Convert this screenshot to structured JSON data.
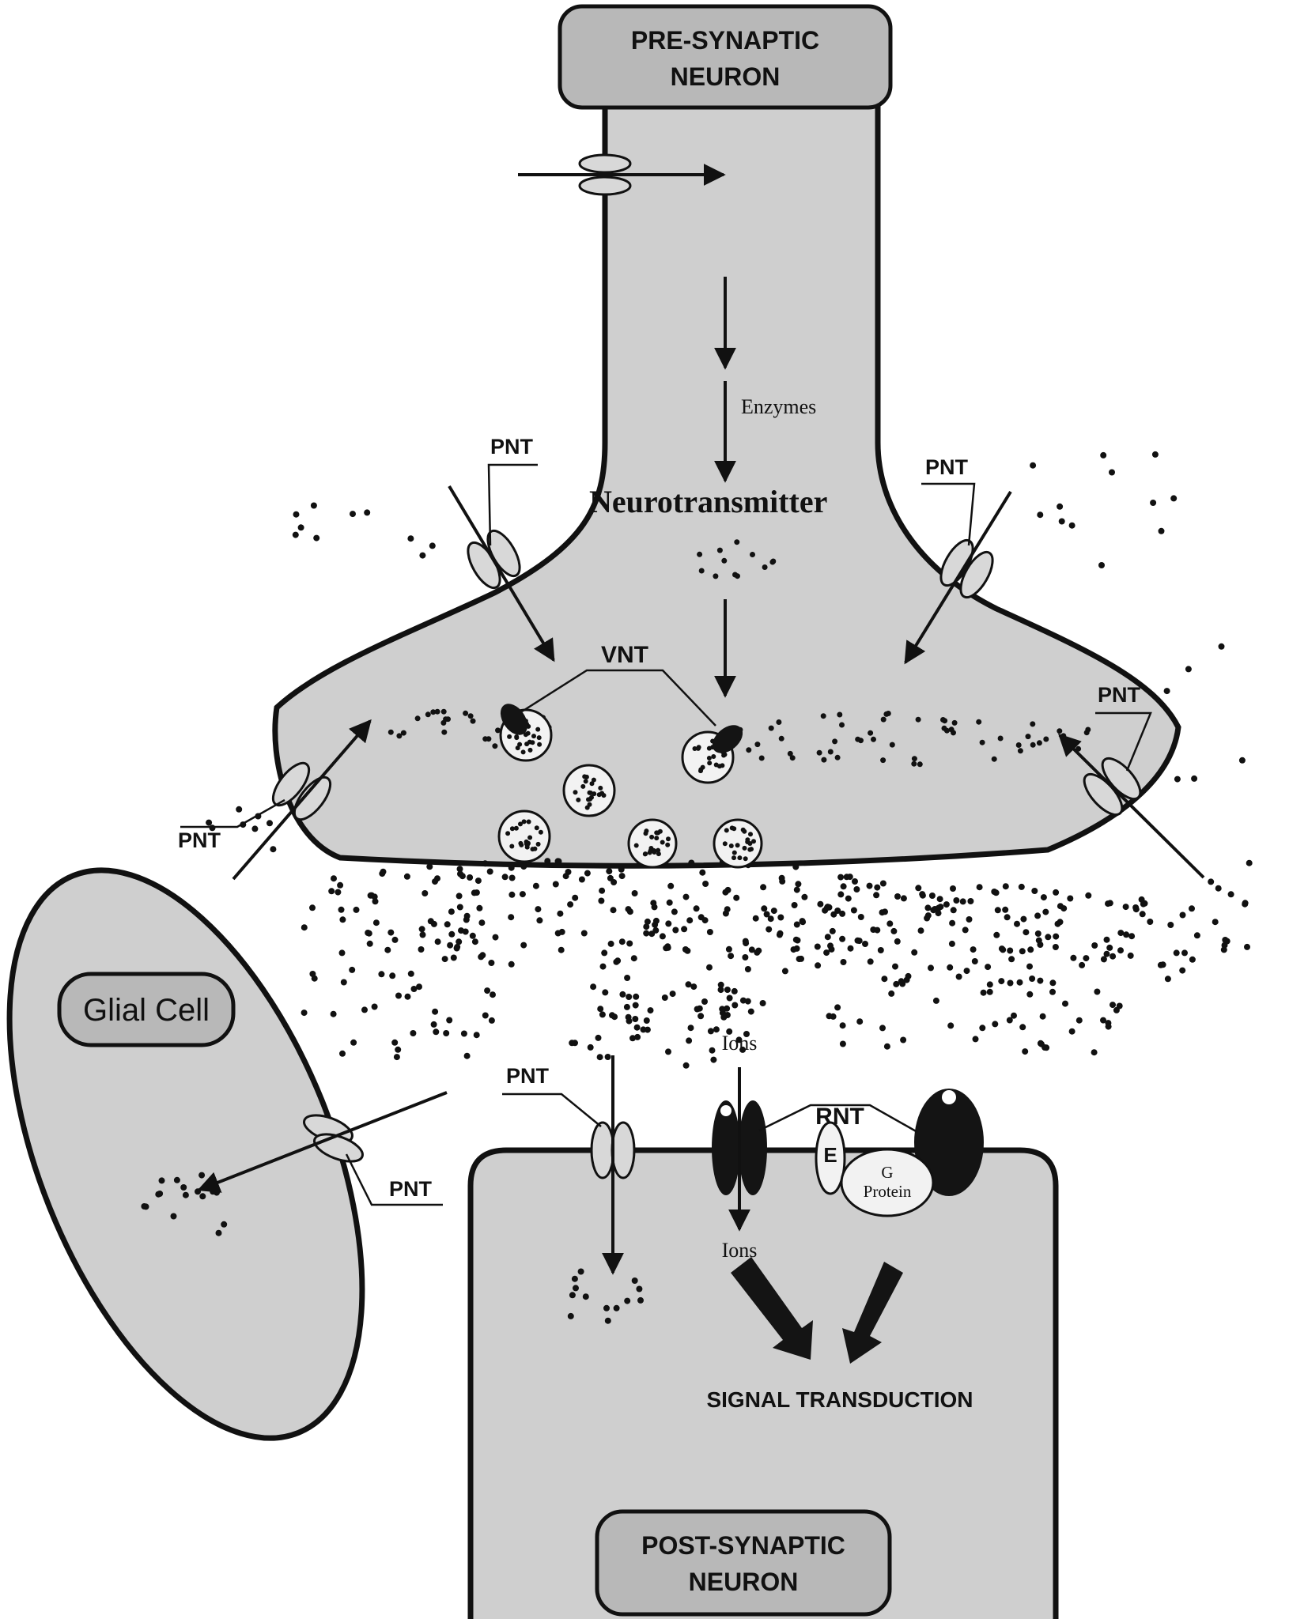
{
  "labels": {
    "pre_synaptic": [
      "PRE-SYNAPTIC",
      "NEURON"
    ],
    "post_synaptic": [
      "POST-SYNAPTIC",
      "NEURON"
    ],
    "glial_cell": "Glial Cell",
    "enzymes": "Enzymes",
    "neurotransmitter": "Neurotransmitter",
    "vnt": "VNT",
    "rnt": "RNT",
    "pnt": "PNT",
    "ions_top": "Ions",
    "ions_bottom": "Ions",
    "e": "E",
    "g_protein": [
      "G",
      "Protein"
    ],
    "signal_transduction": "SIGNAL TRANSDUCTION"
  },
  "colors": {
    "cell_fill": "#cfcfcf",
    "label_box_fill": "#b8b8b8",
    "outline": "#111111",
    "receptor_dark": "#141414",
    "vesicle_fill": "#f2f2f2",
    "background": "#ffffff"
  }
}
